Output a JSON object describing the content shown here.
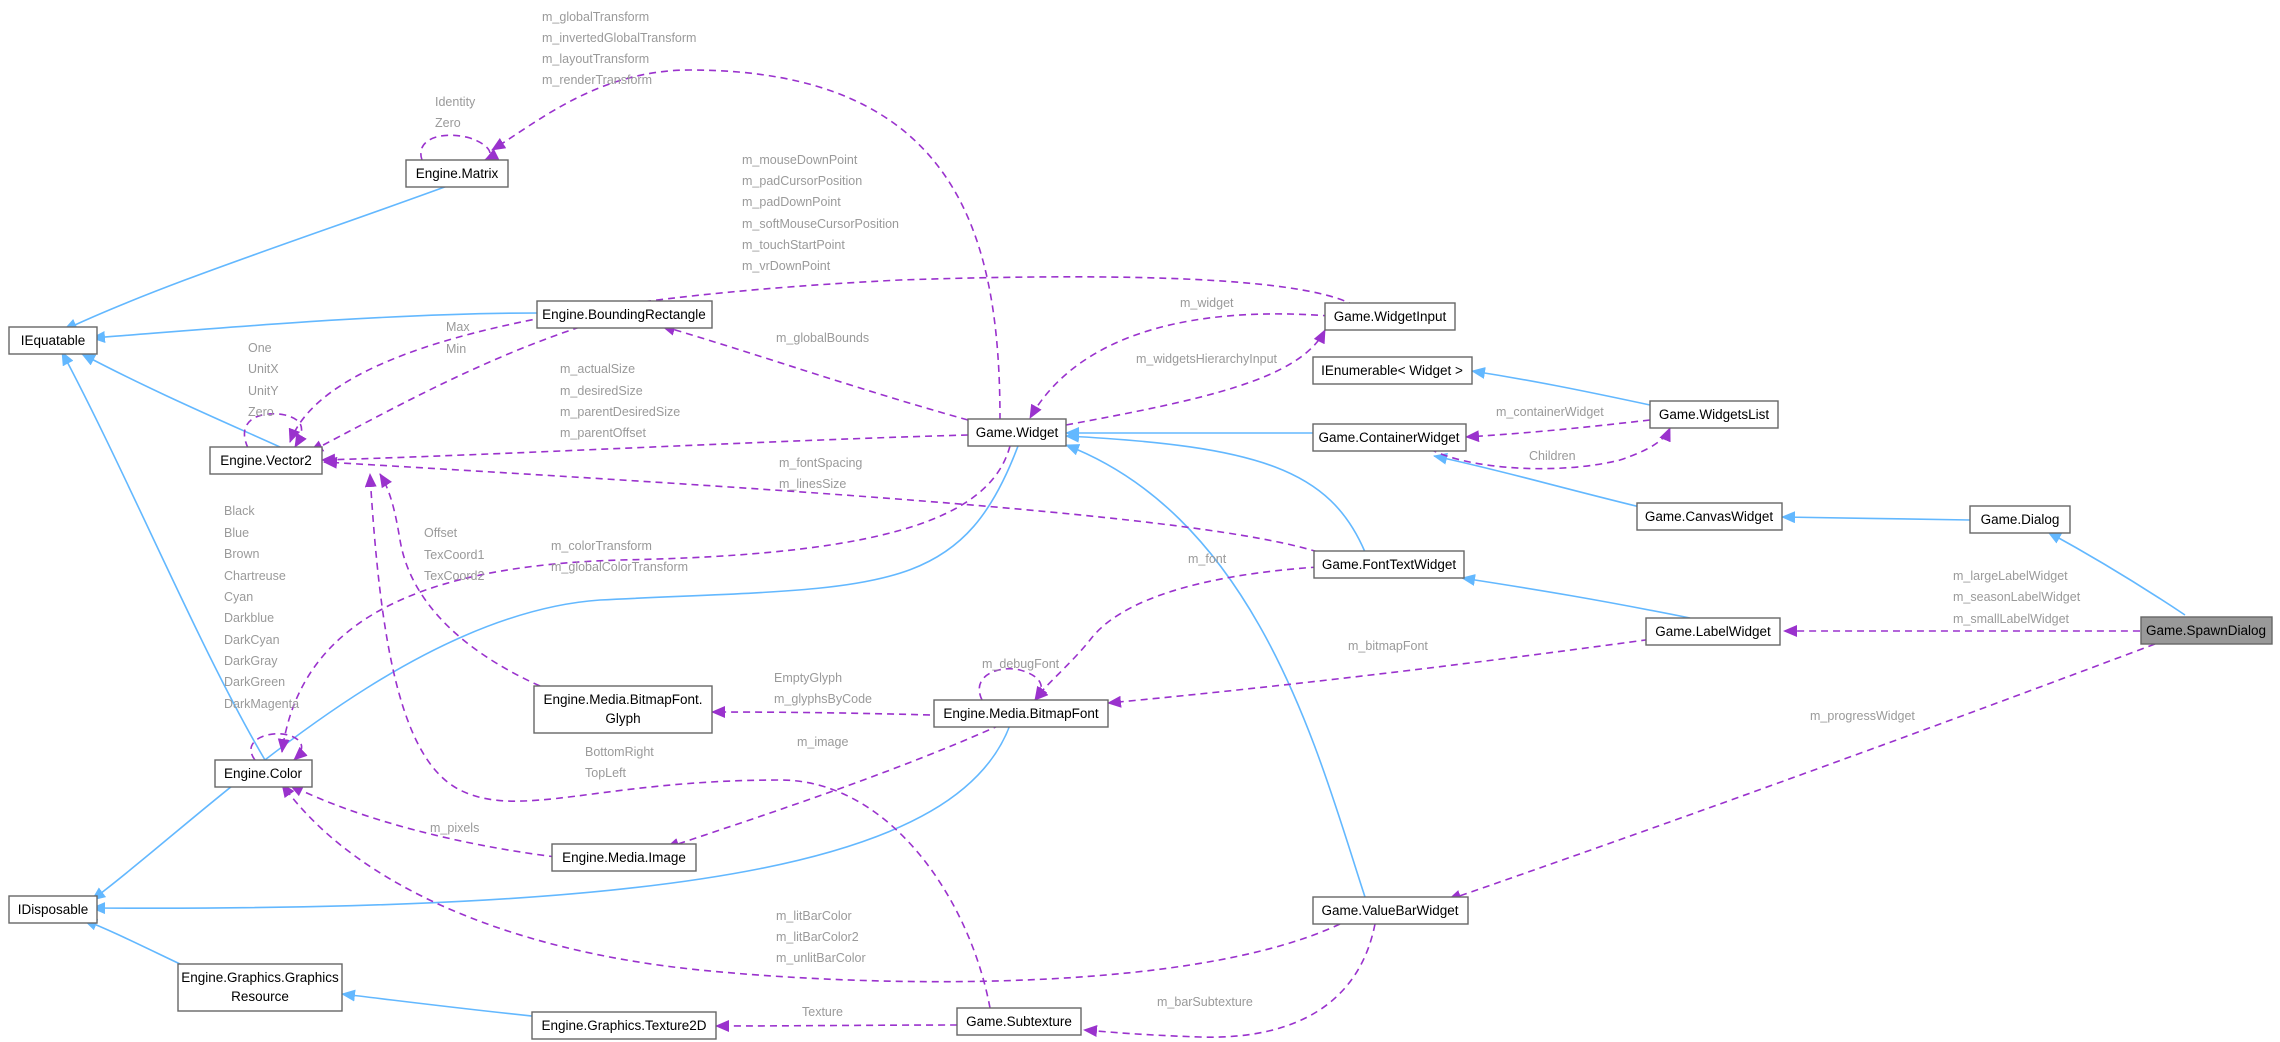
{
  "nodes": {
    "iequatable": "IEquatable",
    "idisposable": "IDisposable",
    "matrix": "Engine.Matrix",
    "vector2": "Engine.Vector2",
    "color": "Engine.Color",
    "bounding_rectangle": "Engine.BoundingRectangle",
    "graphics_resource_1": "Engine.Graphics.Graphics",
    "graphics_resource_2": "Resource",
    "texture2d": "Engine.Graphics.Texture2D",
    "bitmapfont_glyph_1": "Engine.Media.BitmapFont.",
    "bitmapfont_glyph_2": "Glyph",
    "media_image": "Engine.Media.Image",
    "bitmapfont": "Engine.Media.BitmapFont",
    "widget": "Game.Widget",
    "subtexture": "Game.Subtexture",
    "widget_input": "Game.WidgetInput",
    "ienumerable_widget": "IEnumerable< Widget >",
    "container_widget": "Game.ContainerWidget",
    "font_text_widget": "Game.FontTextWidget",
    "value_bar_widget": "Game.ValueBarWidget",
    "widgets_list": "Game.WidgetsList",
    "canvas_widget": "Game.CanvasWidget",
    "label_widget": "Game.LabelWidget",
    "dialog": "Game.Dialog",
    "spawn_dialog": "Game.SpawnDialog"
  },
  "edge_labels": {
    "widget_matrix": [
      "m_globalTransform",
      "m_invertedGlobalTransform",
      "m_layoutTransform",
      "m_renderTransform"
    ],
    "matrix_self": [
      "Identity",
      "Zero"
    ],
    "widget_input_vector2": [
      "m_mouseDownPoint",
      "m_padCursorPosition",
      "m_padDownPoint",
      "m_softMouseCursorPosition",
      "m_touchStartPoint",
      "m_vrDownPoint"
    ],
    "vector2_self": [
      "One",
      "UnitX",
      "UnitY",
      "Zero"
    ],
    "bounding_rectangle_vector2": [
      "Max",
      "Min"
    ],
    "widget_bounding_rectangle": [
      "m_globalBounds"
    ],
    "widget_input_widget": [
      "m_widget"
    ],
    "widget_widget_input": [
      "m_widgetsHierarchyInput"
    ],
    "widget_vector2": [
      "m_actualSize",
      "m_desiredSize",
      "m_parentDesiredSize",
      "m_parentOffset"
    ],
    "font_text_widget_vector2": [
      "m_fontSpacing",
      "m_linesSize"
    ],
    "widget_color": [
      "m_colorTransform",
      "m_globalColorTransform"
    ],
    "glyph_vector2": [
      "Offset",
      "TexCoord1",
      "TexCoord2"
    ],
    "color_self": [
      "Black",
      "Blue",
      "Brown",
      "Chartreuse",
      "Cyan",
      "Darkblue",
      "DarkCyan",
      "DarkGray",
      "DarkGreen",
      "DarkMagenta"
    ],
    "font_text_widget_bitmapfont": [
      "m_font"
    ],
    "bitmapfont_self": [
      "m_debugFont"
    ],
    "label_widget_bitmapfont": [
      "m_bitmapFont"
    ],
    "bitmapfont_glyph": [
      "EmptyGlyph",
      "m_glyphsByCode"
    ],
    "bitmapfont_image": [
      "m_image"
    ],
    "subtexture_vector2": [
      "BottomRight",
      "TopLeft"
    ],
    "image_color": [
      "m_pixels"
    ],
    "widgets_list_container": [
      "m_containerWidget"
    ],
    "container_widgets_list": [
      "Children"
    ],
    "spawn_dialog_label_widget": [
      "m_largeLabelWidget",
      "m_seasonLabelWidget",
      "m_smallLabelWidget"
    ],
    "spawn_dialog_value_bar": [
      "m_progressWidget"
    ],
    "value_bar_color": [
      "m_litBarColor",
      "m_litBarColor2",
      "m_unlitBarColor"
    ],
    "subtexture_texture2d": [
      "Texture"
    ],
    "value_bar_subtexture": [
      "m_barSubtexture"
    ]
  },
  "colors": {
    "inheritance_edge": "#63b8ff",
    "usage_edge": "#9a32cd",
    "label_text": "#9a9a9a",
    "highlight_node": "#999999"
  }
}
